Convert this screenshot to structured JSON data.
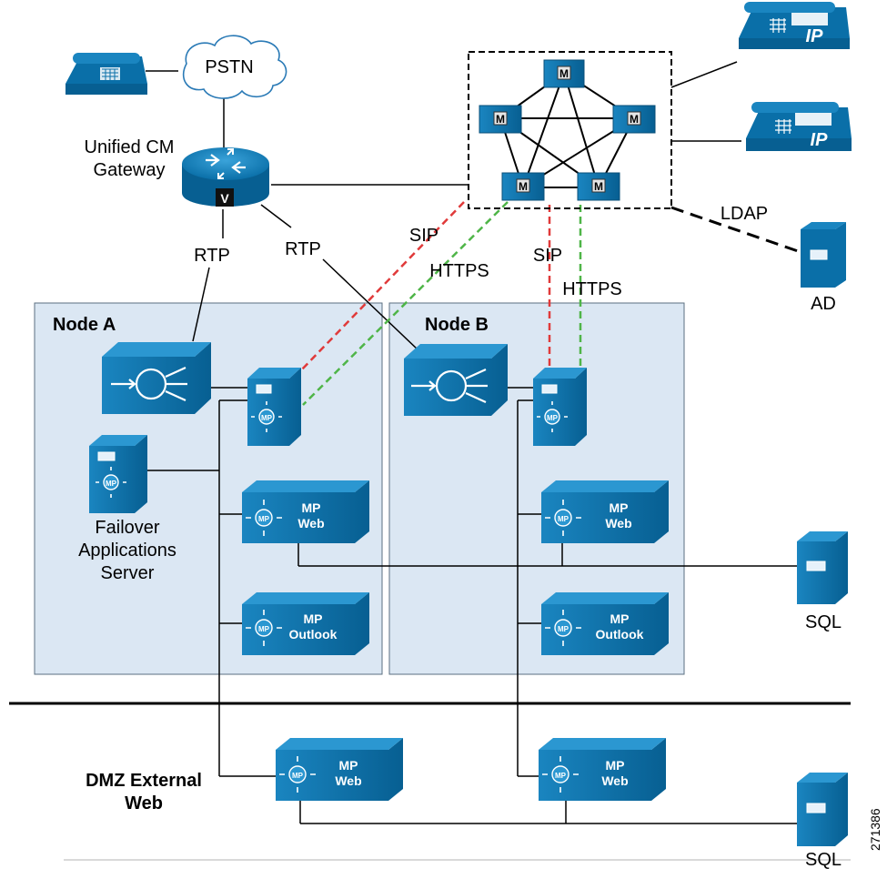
{
  "labels": {
    "pstn": "PSTN",
    "gateway_line1": "Unified CM",
    "gateway_line2": "Gateway",
    "gateway_badge": "V",
    "rtp_left": "RTP",
    "rtp_right": "RTP",
    "sip_left": "SIP",
    "https_left": "HTTPS",
    "sip_right": "SIP",
    "https_right": "HTTPS",
    "ldap": "LDAP",
    "ad": "AD",
    "ip_phone": "IP",
    "cm_badge": "M",
    "node_a": "Node A",
    "node_b": "Node B",
    "failover_line1": "Failover",
    "failover_line2": "Applications",
    "failover_line3": "Server",
    "mp_badge": "MP",
    "mp_web_line1": "MP",
    "mp_web_line2": "Web",
    "mp_outlook_line1": "MP",
    "mp_outlook_line2": "Outlook",
    "sql": "SQL",
    "dmz_line1": "DMZ External",
    "dmz_line2": "Web",
    "figure_id": "271386"
  },
  "colors": {
    "device_blue": "#0a6fa8",
    "node_fill": "#dbe7f3",
    "sip_line": "#e03a3a",
    "https_line": "#4fb548"
  }
}
